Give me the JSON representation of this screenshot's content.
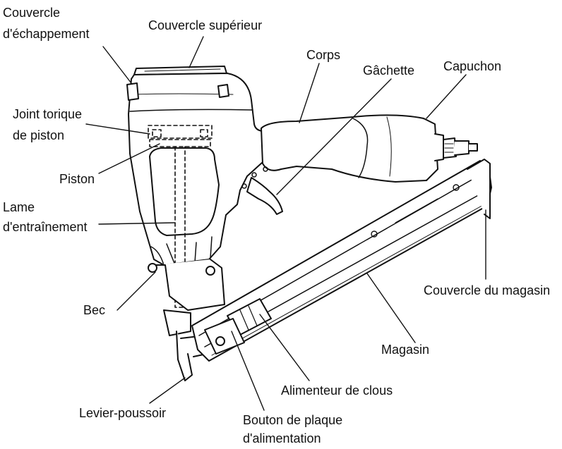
{
  "labels": {
    "exhaust_cover_line1": "Couvercle",
    "exhaust_cover_line2": "d'échappement",
    "top_cover": "Couvercle supérieur",
    "body": "Corps",
    "trigger": "Gâchette",
    "cap": "Capuchon",
    "piston_oring_line1": "Joint torique",
    "piston_oring_line2": "de piston",
    "piston": "Piston",
    "driver_blade_line1": "Lame",
    "driver_blade_line2": "d'entraînement",
    "nose": "Bec",
    "magazine_cover": "Couvercle du magasin",
    "magazine": "Magasin",
    "nail_feeder": "Alimenteur de clous",
    "push_lever": "Levier-poussoir",
    "feed_plate_button_line1": "Bouton de plaque",
    "feed_plate_button_line2": "d'alimentation"
  },
  "colors": {
    "ink": "#111111",
    "background": "#ffffff"
  }
}
